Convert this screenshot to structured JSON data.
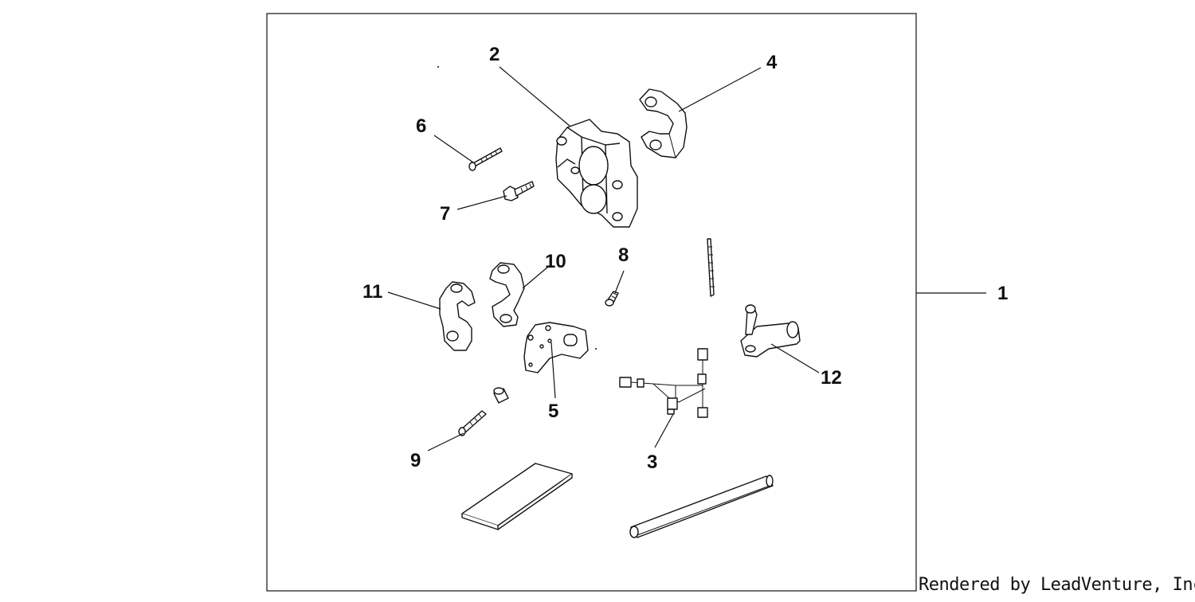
{
  "diagram": {
    "callouts": {
      "c1": "1",
      "c2": "2",
      "c3": "3",
      "c4": "4",
      "c5": "5",
      "c6": "6",
      "c7": "7",
      "c8": "8",
      "c9": "9",
      "c10": "10",
      "c11": "11",
      "c12": "12"
    }
  },
  "footer": {
    "credit": "Rendered by LeadVenture, Inc."
  }
}
